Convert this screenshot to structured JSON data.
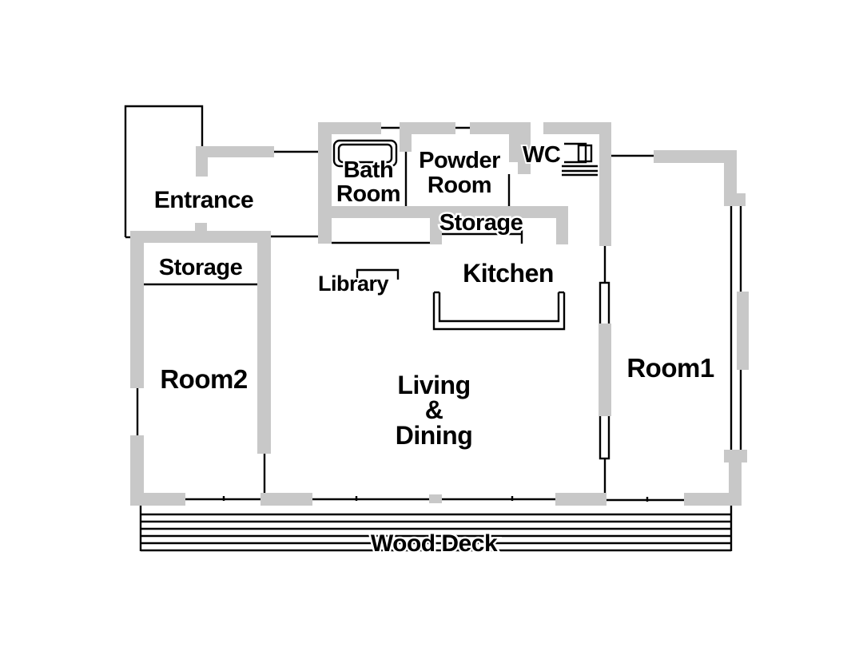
{
  "plan": {
    "colors": {
      "wall": "#c8c8c8",
      "line": "#000000",
      "background": "#ffffff"
    },
    "rooms": {
      "entrance": "Entrance",
      "storage_left": "Storage",
      "room2": "Room2",
      "bath_line1": "Bath",
      "bath_line2": "Room",
      "powder_line1": "Powder",
      "powder_line2": "Room",
      "wc": "WC",
      "storage_center": "Storage",
      "library": "Library",
      "kitchen": "Kitchen",
      "living_line1": "Living",
      "living_line2": "&",
      "living_line3": "Dining",
      "room1": "Room1",
      "wood_deck": "Wood Deck"
    }
  }
}
